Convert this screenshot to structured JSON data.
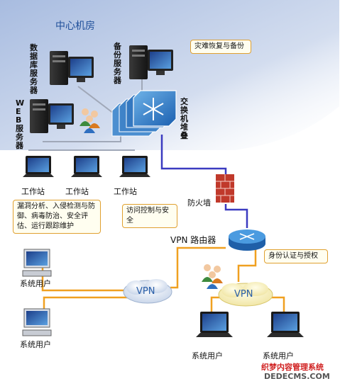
{
  "datacenter": {
    "title": "中心机房"
  },
  "servers": {
    "database": "数据库服务器",
    "backup": "备份服务器",
    "web": "WEB服务器"
  },
  "switch_stack": {
    "label": "交换机堆叠"
  },
  "notes": {
    "disaster_recovery": "灾难恢复与备份",
    "access_control": "访问控制与安全",
    "identity_auth": "身份认证与授权",
    "security_ops": "漏洞分析、入侵检测与防御、病毒防治、安全评估、运行跟踪维护"
  },
  "workstations": [
    "工作站",
    "工作站",
    "工作站"
  ],
  "firewall": {
    "label": "防火墙"
  },
  "router": {
    "label": "VPN 路由器"
  },
  "vpn_clouds": [
    "VPN",
    "VPN"
  ],
  "system_users": [
    "系统用户",
    "系统用户",
    "系统用户",
    "系统用户"
  ],
  "watermark": {
    "line1": "织梦内容管理系统",
    "line2": "DEDECMS.COM"
  },
  "colors": {
    "lan_link": "#3b3bc0",
    "wan_link": "#f0a020",
    "datacenter_bg": "#c7d3ea",
    "title": "#1f4f9a",
    "firewall": "#c0392b",
    "watermark_red": "#d02020"
  }
}
